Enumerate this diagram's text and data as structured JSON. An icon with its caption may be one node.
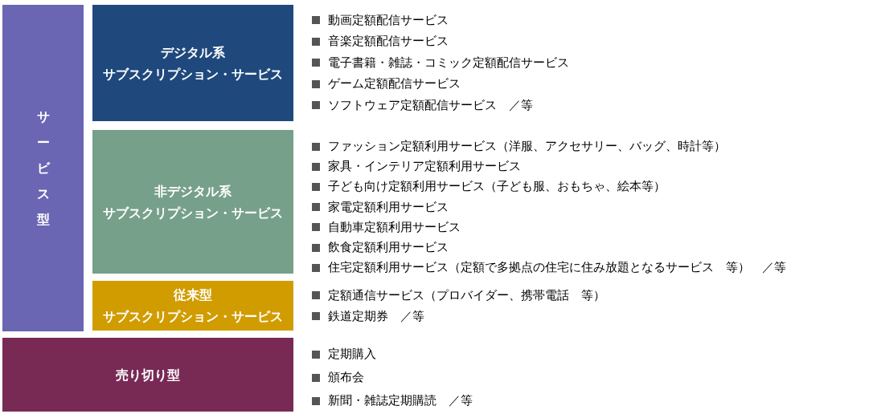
{
  "diagram": {
    "nodes": [
      {
        "text": [
          "サービス型"
        ]
      },
      {
        "text": [
          "デジタル系",
          "サブスクリプション・サービス"
        ],
        "beside": [
          "動画定額配信サービス",
          "音楽定額配信サービス",
          "電子書籍・雑誌・コミック定額配信サービス",
          "ゲーム定額配信サービス",
          "ソフトウェア定額配信サービス　／等"
        ]
      },
      {
        "text": [
          "非デジタル系",
          "サブスクリプション・サービス"
        ],
        "beside": [
          "ファッション定額利用サービス（洋服、アクセサリー、バッグ、時計等）",
          "家具・インテリア定額利用サービス",
          "子ども向け定額利用サービス（子ども服、おもちゃ、絵本等）",
          "家電定額利用サービス",
          "自動車定額利用サービス",
          "飲食定額利用サービス",
          "住宅定額利用サービス（定額で多拠点の住宅に住み放題となるサービス　等）　／等"
        ]
      },
      {
        "text": [
          "従来型",
          "サブスクリプション・サービス"
        ],
        "beside": [
          "定額通信サービス（プロバイダー、携帯電話　等）",
          "鉄道定期券　／等"
        ]
      },
      {
        "text": [
          "売り切り型"
        ],
        "beside": [
          "定期購入",
          "頒布会",
          "新聞・雑誌定期購読　／等"
        ]
      }
    ]
  }
}
